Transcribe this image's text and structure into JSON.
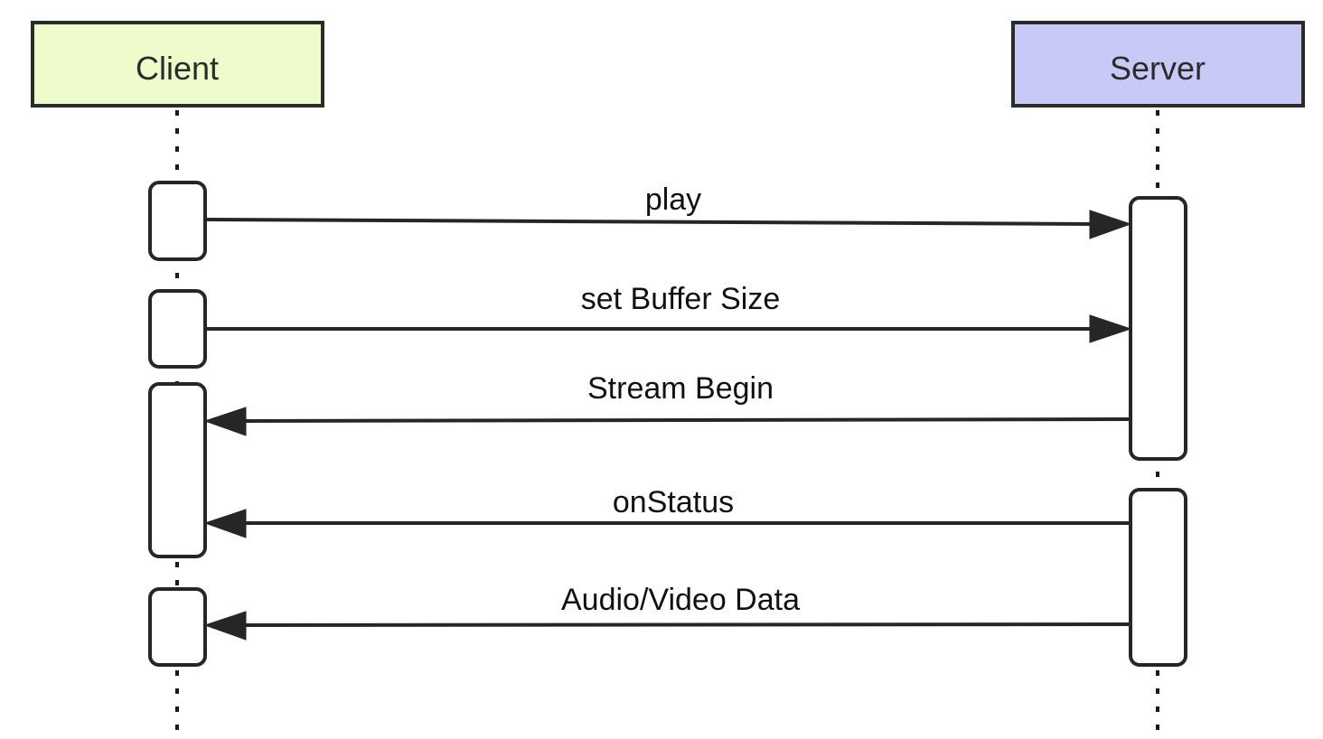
{
  "participants": [
    {
      "id": "client",
      "label": "Client",
      "fill": "#eefccc"
    },
    {
      "id": "server",
      "label": "Server",
      "fill": "#c9c9f8"
    }
  ],
  "messages": [
    {
      "id": "play",
      "label": "play",
      "from": "client",
      "to": "server"
    },
    {
      "id": "set-buffer-size",
      "label": "set Buffer Size",
      "from": "client",
      "to": "server"
    },
    {
      "id": "stream-begin",
      "label": "Stream Begin",
      "from": "server",
      "to": "client"
    },
    {
      "id": "on-status",
      "label": "onStatus",
      "from": "server",
      "to": "client"
    },
    {
      "id": "audio-video-data",
      "label": "Audio/Video Data",
      "from": "server",
      "to": "client"
    }
  ]
}
